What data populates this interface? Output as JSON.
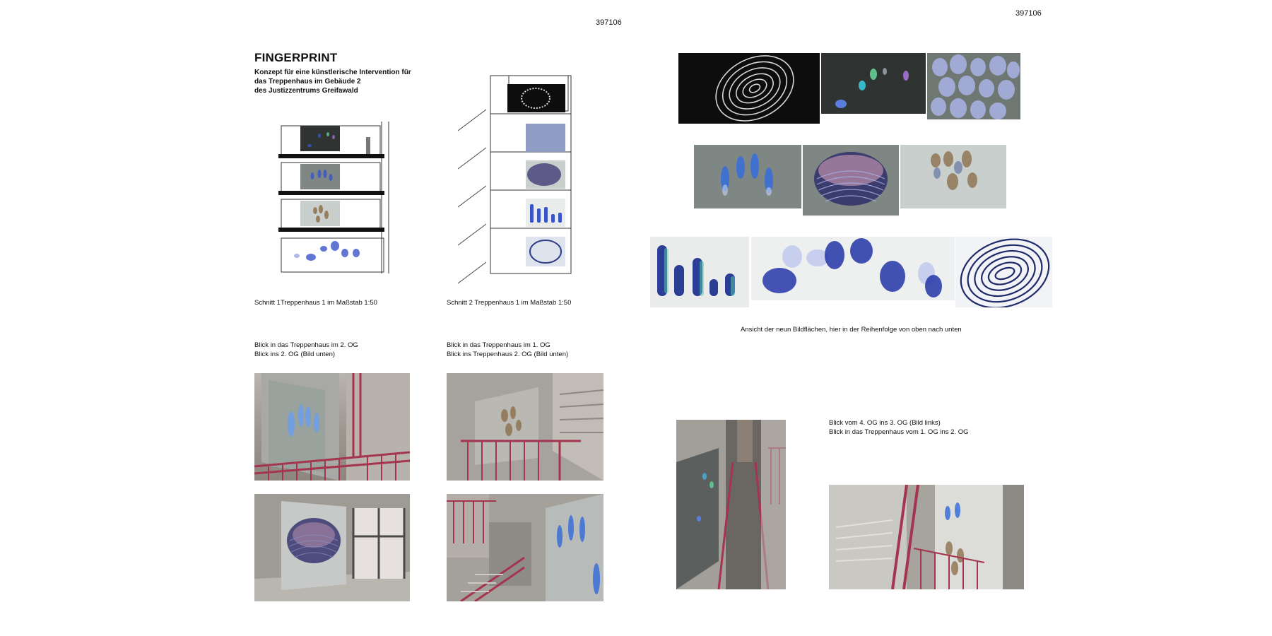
{
  "page_numbers": {
    "left": "397106",
    "right": "397106"
  },
  "left_page": {
    "title": "FINGERPRINT",
    "subtitle": "Konzept für eine künstlerische Intervention für\ndas Treppenhaus im Gebäude 2\ndes Justizzentrums Greifawald",
    "section1_caption": "Schnitt 1Treppenhaus 1 im Maßstab 1:50",
    "section2_caption": "Schnitt 2 Treppenhaus 1 im Maßstab 1:50",
    "photo_caption_left": "Blick in das Treppenhaus im 2. OG\nBlick ins 2. OG (Bild unten)",
    "photo_caption_right": "Blick in das Treppenhaus im 1. OG\nBlick ins Treppenhaus 2. OG (Bild unten)"
  },
  "right_page": {
    "gallery_caption": "Ansicht der neun Bildflächen, hier in der Reihenfolge von oben nach unten",
    "bottom_caption": "Blick vom 4. OG ins 3. OG (Bild links)\nBlick in das Treppenhaus vom 1. OG ins 2. OG"
  },
  "colors": {
    "railing": "#a5344f",
    "print_blue": "#3a55c8",
    "print_light_blue": "#6f9fe6",
    "print_brown": "#8a6a45",
    "concrete": "#a39e97"
  }
}
